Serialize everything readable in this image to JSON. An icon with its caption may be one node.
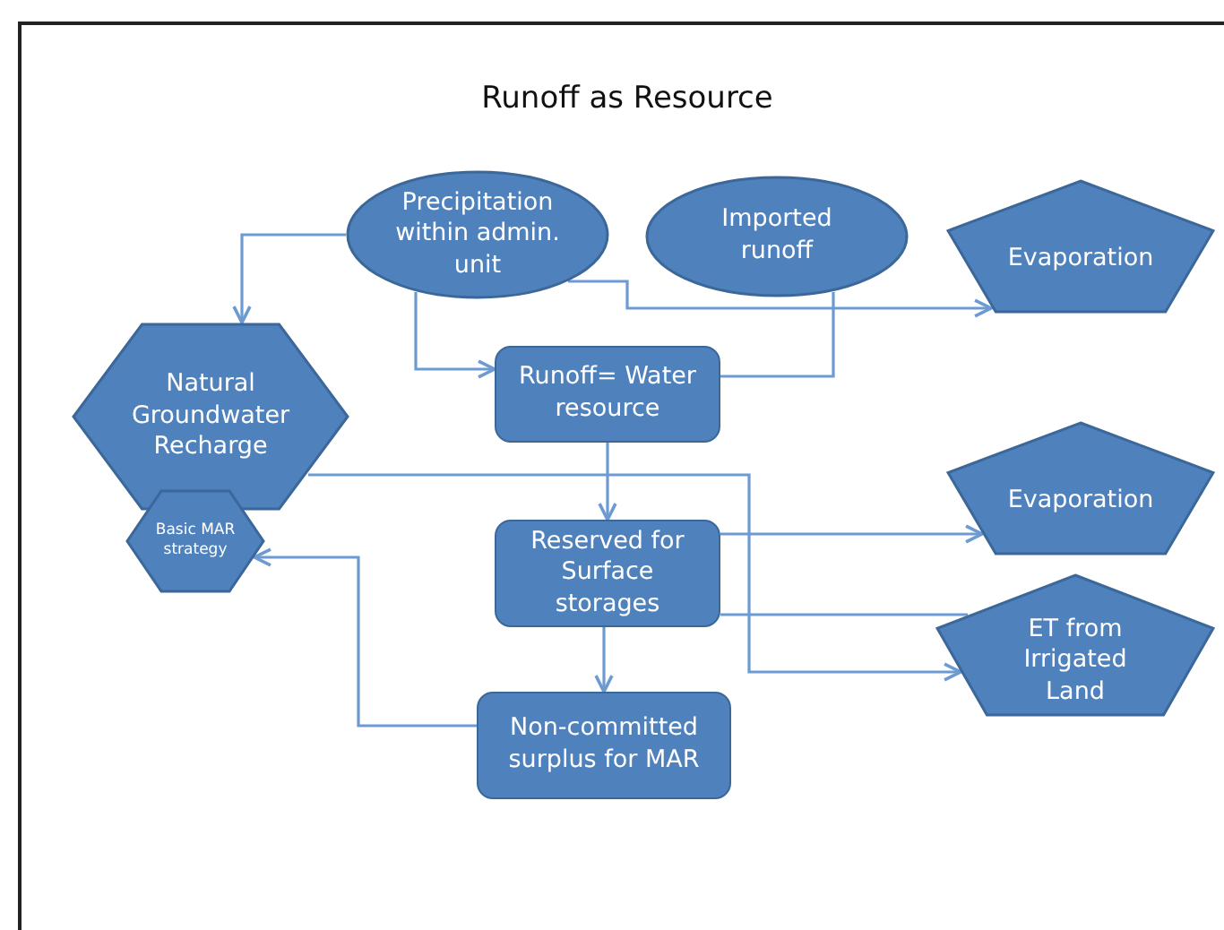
{
  "diagram": {
    "title": "Runoff as Resource",
    "nodes": [
      {
        "text": [
          "Precipitation within admin. unit"
        ]
      },
      {
        "text": [
          "Imported runoff"
        ]
      },
      {
        "text": [
          "Evaporation"
        ]
      },
      {
        "text": [
          "Natural Groundwater Recharge"
        ]
      },
      {
        "text": [
          "Basic MAR strategy"
        ]
      },
      {
        "text": [
          "Runoff= Water resource"
        ]
      },
      {
        "text": [
          "Reserved for Surface storages"
        ]
      },
      {
        "text": [
          "Evaporation"
        ]
      },
      {
        "text": [
          "ET from Irrigated Land"
        ]
      },
      {
        "text": [
          "Non-committed surplus for MAR"
        ]
      }
    ],
    "edges": [
      {
        "from": 0,
        "to": 3,
        "arrow": "to"
      },
      {
        "from": 0,
        "to": 5,
        "arrow": "to"
      },
      {
        "from": 0,
        "to": 2,
        "arrow": "to"
      },
      {
        "from": 1,
        "to": 5,
        "arrow": "none"
      },
      {
        "from": 5,
        "to": 6,
        "arrow": "to"
      },
      {
        "from": 3,
        "to": 8,
        "arrow": "to"
      },
      {
        "from": 6,
        "to": 7,
        "arrow": "to"
      },
      {
        "from": 6,
        "to": 8,
        "arrow": "none"
      },
      {
        "from": 6,
        "to": 9,
        "arrow": "to"
      },
      {
        "from": 9,
        "to": 4,
        "arrow": "to"
      }
    ]
  }
}
